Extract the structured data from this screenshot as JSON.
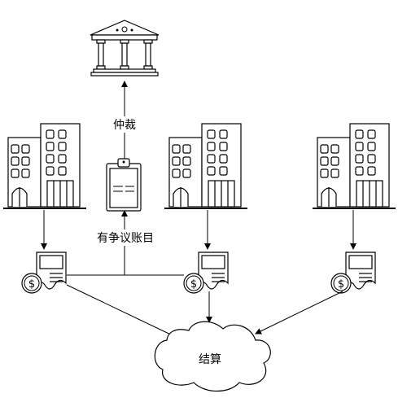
{
  "labels": {
    "arbitration": "仲裁",
    "disputed_account": "有争议账目",
    "settlement": "结算"
  },
  "icons": {
    "top": "bank-icon",
    "buildings": [
      "office-building-icon",
      "office-building-icon",
      "office-building-icon"
    ],
    "invoices": [
      "invoice-icon",
      "invoice-icon",
      "invoice-icon"
    ],
    "clipboard": "clipboard-icon",
    "cloud": "cloud-icon"
  },
  "colors": {
    "stroke": "#000000",
    "fill": "#ffffff",
    "icon_gray": "#dddddd"
  }
}
